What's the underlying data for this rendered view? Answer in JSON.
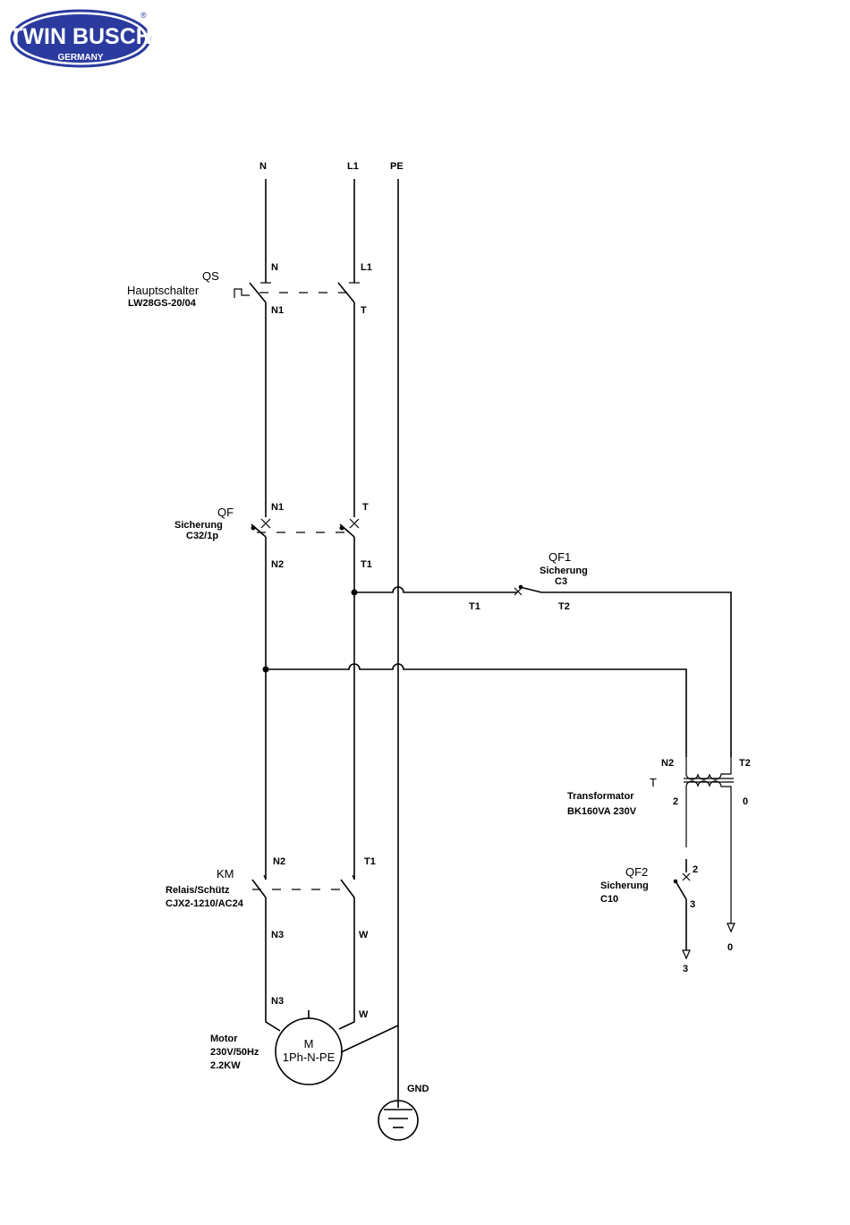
{
  "logo": {
    "main": "TWIN BUSCH",
    "sub": "GERMANY",
    "mark": "®",
    "color": "#2b3a9e"
  },
  "rails": {
    "n": "N",
    "l1": "L1",
    "pe": "PE"
  },
  "qs": {
    "tag": "QS",
    "name": "Hauptschalter",
    "model": "LW28GS-20/04",
    "in_left": "N",
    "in_right": "L1",
    "out_left": "N1",
    "out_right": "T"
  },
  "qf": {
    "tag": "QF",
    "name": "Sicherung",
    "model": "C32/1p",
    "in_left": "N1",
    "in_right": "T",
    "out_left": "N2",
    "out_right": "T1"
  },
  "qf1": {
    "tag": "QF1",
    "name": "Sicherung",
    "model": "C3",
    "in": "T1",
    "out": "T2"
  },
  "transformer": {
    "tag": "T",
    "name": "Transformator",
    "model": "BK160VA 230V",
    "prim_left": "N2",
    "prim_right": "T2",
    "sec_left": "2",
    "sec_right": "0"
  },
  "qf2": {
    "tag": "QF2",
    "name": "Sicherung",
    "model": "C10",
    "in": "2",
    "out": "3"
  },
  "outputs": {
    "left": "3",
    "right": "0"
  },
  "km": {
    "tag": "KM",
    "name": "Relais/Schütz",
    "model": "CJX2-1210/AC24",
    "in_left": "N2",
    "in_right": "T1",
    "out_left": "N3",
    "out_right": "W"
  },
  "motor_wires": {
    "left": "N3",
    "right": "W"
  },
  "motor": {
    "label": "Motor",
    "rating": "230V/50Hz",
    "power": "2.2KW",
    "symbol": "M",
    "type": "1Ph-N-PE"
  },
  "ground": {
    "label": "GND"
  }
}
